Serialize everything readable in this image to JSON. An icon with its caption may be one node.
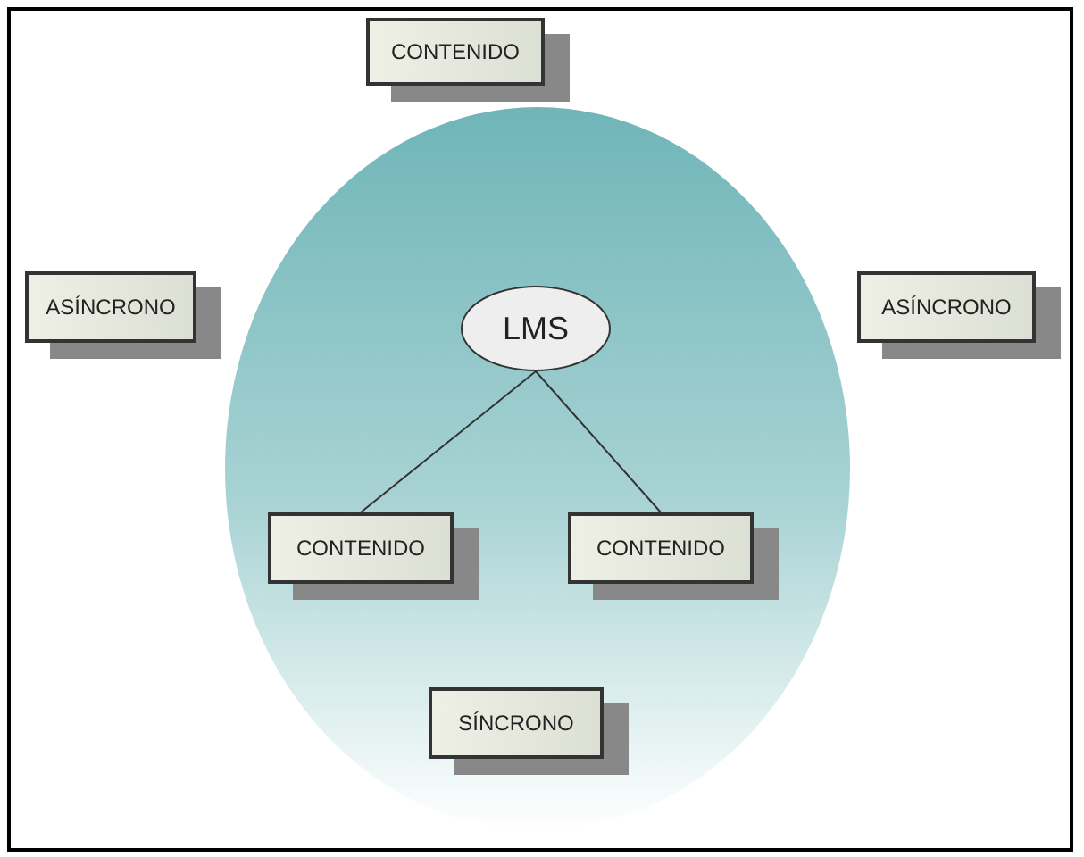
{
  "diagram": {
    "nodes": [
      {
        "text": [],
        "shape": "circle"
      },
      {
        "text": [
          "CONTENIDO"
        ]
      },
      {
        "text": [
          "ASÍNCRONO"
        ]
      },
      {
        "text": [
          "ASÍNCRONO"
        ]
      },
      {
        "text": [
          "LMS"
        ],
        "in": 0
      },
      {
        "text": [
          "CONTENIDO"
        ],
        "in": 0
      },
      {
        "text": [
          "CONTENIDO"
        ],
        "in": 0
      },
      {
        "text": [
          "SÍNCRONO"
        ],
        "in": 0
      }
    ],
    "edges": [
      {
        "from": 4,
        "to": 5,
        "arrow": "none"
      },
      {
        "from": 4,
        "to": 6,
        "arrow": "none"
      }
    ]
  }
}
